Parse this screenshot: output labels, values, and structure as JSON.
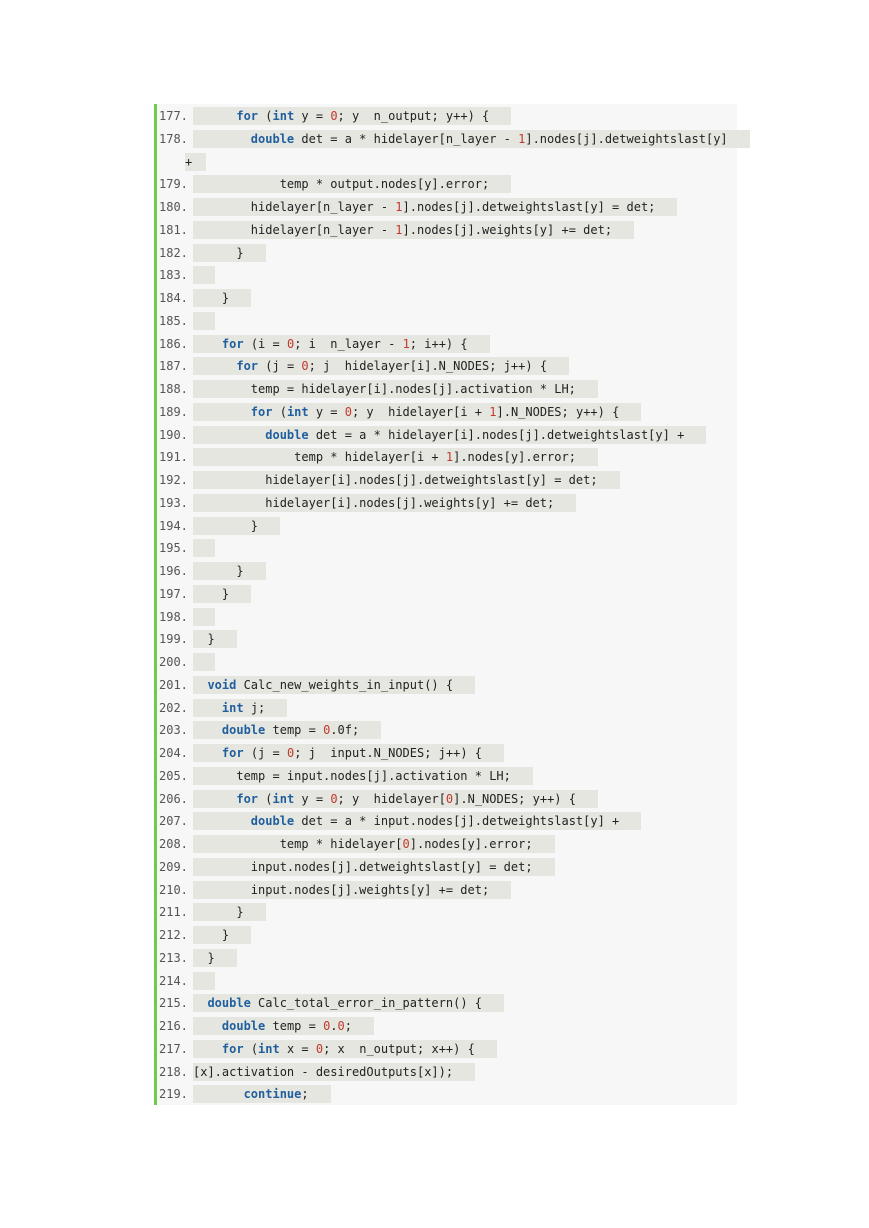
{
  "lines": [
    {
      "num": "177.",
      "code": "      <k>for</k> (<k>int</k> y = <n>0</n>; y  n_output; y++) {"
    },
    {
      "num": "178.",
      "code": "        <k>double</k> det = a * hidelayer[n_layer - <n>1</n>].nodes[j].detweightslast[y]"
    },
    {
      "num": "",
      "code": "+"
    },
    {
      "num": "179.",
      "code": "            temp * output.nodes[y].error;"
    },
    {
      "num": "180.",
      "code": "        hidelayer[n_layer - <n>1</n>].nodes[j].detweightslast[y] = det;"
    },
    {
      "num": "181.",
      "code": "        hidelayer[n_layer - <n>1</n>].nodes[j].weights[y] += det;"
    },
    {
      "num": "182.",
      "code": "      }"
    },
    {
      "num": "183.",
      "code": ""
    },
    {
      "num": "184.",
      "code": "    }"
    },
    {
      "num": "185.",
      "code": ""
    },
    {
      "num": "186.",
      "code": "    <k>for</k> (i = <n>0</n>; i  n_layer - <n>1</n>; i++) {"
    },
    {
      "num": "187.",
      "code": "      <k>for</k> (j = <n>0</n>; j  hidelayer[i].N_NODES; j++) {"
    },
    {
      "num": "188.",
      "code": "        temp = hidelayer[i].nodes[j].activation * LH;"
    },
    {
      "num": "189.",
      "code": "        <k>for</k> (<k>int</k> y = <n>0</n>; y  hidelayer[i + <n>1</n>].N_NODES; y++) {"
    },
    {
      "num": "190.",
      "code": "          <k>double</k> det = a * hidelayer[i].nodes[j].detweightslast[y] +"
    },
    {
      "num": "191.",
      "code": "              temp * hidelayer[i + <n>1</n>].nodes[y].error;"
    },
    {
      "num": "192.",
      "code": "          hidelayer[i].nodes[j].detweightslast[y] = det;"
    },
    {
      "num": "193.",
      "code": "          hidelayer[i].nodes[j].weights[y] += det;"
    },
    {
      "num": "194.",
      "code": "        }"
    },
    {
      "num": "195.",
      "code": ""
    },
    {
      "num": "196.",
      "code": "      }"
    },
    {
      "num": "197.",
      "code": "    }"
    },
    {
      "num": "198.",
      "code": ""
    },
    {
      "num": "199.",
      "code": "  }"
    },
    {
      "num": "200.",
      "code": ""
    },
    {
      "num": "201.",
      "code": "  <k>void</k> Calc_new_weights_in_input() {"
    },
    {
      "num": "202.",
      "code": "    <k>int</k> j;"
    },
    {
      "num": "203.",
      "code": "    <k>double</k> temp = <n>0</n>.0f;"
    },
    {
      "num": "204.",
      "code": "    <k>for</k> (j = <n>0</n>; j  input.N_NODES; j++) {"
    },
    {
      "num": "205.",
      "code": "      temp = input.nodes[j].activation * LH;"
    },
    {
      "num": "206.",
      "code": "      <k>for</k> (<k>int</k> y = <n>0</n>; y  hidelayer[<n>0</n>].N_NODES; y++) {"
    },
    {
      "num": "207.",
      "code": "        <k>double</k> det = a * input.nodes[j].detweightslast[y] +"
    },
    {
      "num": "208.",
      "code": "            temp * hidelayer[<n>0</n>].nodes[y].error;"
    },
    {
      "num": "209.",
      "code": "        input.nodes[j].detweightslast[y] = det;"
    },
    {
      "num": "210.",
      "code": "        input.nodes[j].weights[y] += det;"
    },
    {
      "num": "211.",
      "code": "      }"
    },
    {
      "num": "212.",
      "code": "    }"
    },
    {
      "num": "213.",
      "code": "  }"
    },
    {
      "num": "214.",
      "code": ""
    },
    {
      "num": "215.",
      "code": "  <k>double</k> Calc_total_error_in_pattern() {"
    },
    {
      "num": "216.",
      "code": "    <k>double</k> temp = <n>0</n>.<n>0</n>;"
    },
    {
      "num": "217.",
      "code": "    <k>for</k> (<k>int</k> x = <n>0</n>; x  n_output; x++) {"
    },
    {
      "num": "218.",
      "code": "[x].activation - desiredOutputs[x]);"
    },
    {
      "num": "219.",
      "code": "       <k>continue</k>;"
    }
  ]
}
